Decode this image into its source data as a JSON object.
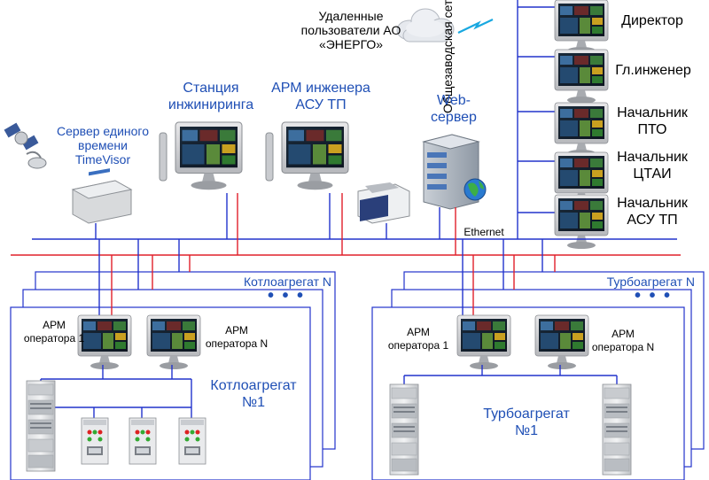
{
  "remote": {
    "line1": "Удаленные",
    "line2": "пользователи АО",
    "line3": "«ЭНЕРГО»"
  },
  "network": {
    "plant_net": "Общезаводская сеть",
    "ethernet": "Ethernet"
  },
  "right_users": [
    {
      "l1": "Директор",
      "l2": ""
    },
    {
      "l1": "Гл.инженер",
      "l2": ""
    },
    {
      "l1": "Начальник",
      "l2": "ПТО"
    },
    {
      "l1": "Начальник",
      "l2": "ЦТАИ"
    },
    {
      "l1": "Начальник",
      "l2": "АСУ ТП"
    }
  ],
  "top": {
    "time_server": {
      "l1": "Сервер единого",
      "l2": "времени",
      "l3": "TimeVisor"
    },
    "eng_station": {
      "l1": "Станция",
      "l2": "инжиниринга"
    },
    "arm_eng": {
      "l1": "АРМ инженера",
      "l2": "АСУ ТП"
    },
    "web": {
      "l1": "Web-",
      "l2": "сервер"
    }
  },
  "boiler": {
    "group": "Котлоагрегат N",
    "dots": "• • •",
    "op1": {
      "l1": "АРМ",
      "l2": "оператора 1"
    },
    "opn": {
      "l1": "АРМ",
      "l2": "оператора N"
    },
    "unit": {
      "l1": "Котлоагрегат",
      "l2": "№1"
    }
  },
  "turbine": {
    "group": "Турбоагрегат N",
    "dots": "• • •",
    "op1": {
      "l1": "АРМ",
      "l2": "оператора 1"
    },
    "opn": {
      "l1": "АРМ",
      "l2": "оператора N"
    },
    "unit": {
      "l1": "Турбоагрегат",
      "l2": "№1"
    }
  },
  "colors": {
    "blue_bus": "#2233cc",
    "red_bus": "#e0202a",
    "label_blue": "#1f4fb5"
  }
}
